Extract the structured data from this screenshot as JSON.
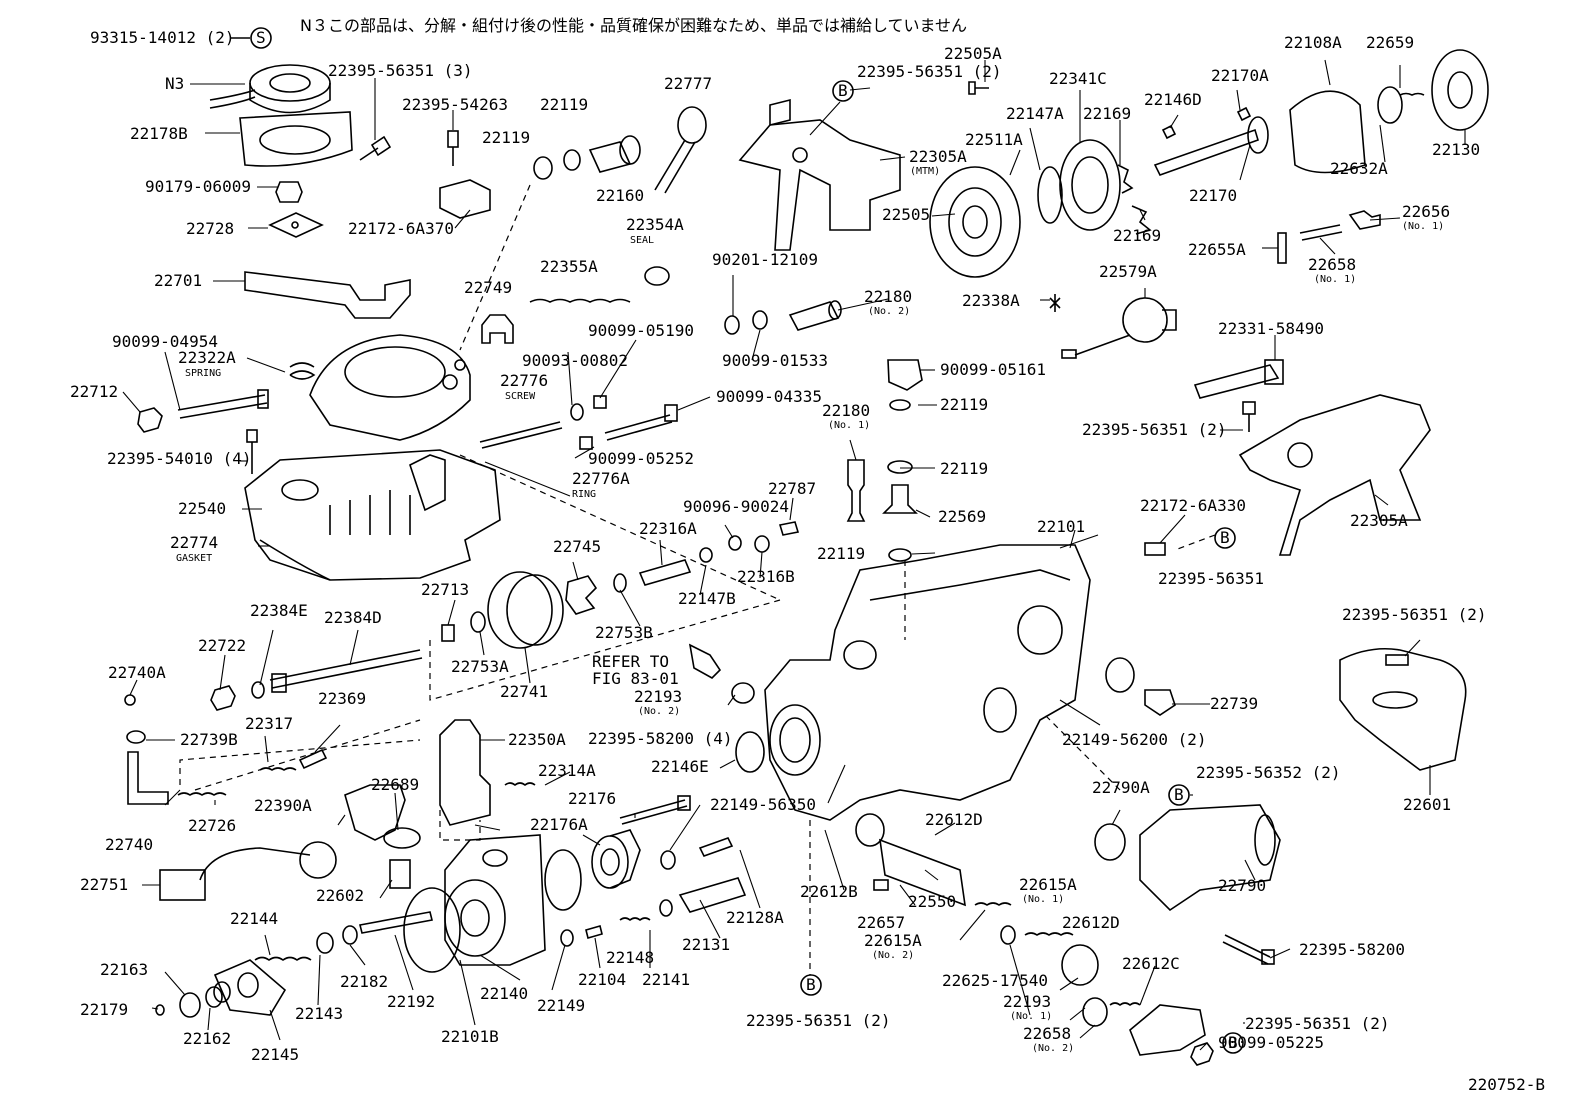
{
  "header": {
    "note": "N３この部品は、分解・組付け後の性能・品質確保が困難なため、単品では補給していません"
  },
  "footer": {
    "code": "220752-B"
  },
  "labels": {
    "l001": "93315-14012 (2)",
    "l002": "N3",
    "l003": "22178B",
    "l004": "22395-56351 (3)",
    "l005": "22395-54263",
    "l006": "90179-06009",
    "l007": "22728",
    "l008": "22172-6A370",
    "l009": "22119",
    "l010": "22119",
    "l011": "22160",
    "l012": "22777",
    "l013": "22701",
    "l014": "22354A",
    "l015": "22355A",
    "l016": "22749",
    "l017": "90201-12109",
    "l018": "22180",
    "l019": "90099-01533",
    "l020": "90099-04954",
    "l021": "22322A",
    "l022": "22712",
    "l023": "22776",
    "l024": "90093-00802",
    "l025": "90099-05190",
    "l026": "90099-04335",
    "l027": "22395-54010 (4)",
    "l028": "90099-05252",
    "l029": "22776A",
    "l030": "22540",
    "l031": "22774",
    "l032": "22395-56351 (2)",
    "l033": "22505A",
    "l034": "22341C",
    "l035": "22147A",
    "l036": "22169",
    "l037": "22511A",
    "l038": "22305A",
    "l039": "22505",
    "l040": "22169",
    "l041": "22108A",
    "l042": "22659",
    "l043": "22170A",
    "l044": "22146D",
    "l045": "22130",
    "l046": "22632A",
    "l047": "22170",
    "l048": "22656",
    "l049": "22655A",
    "l050": "22658",
    "l051": "22579A",
    "l052": "22338A",
    "l053": "22331-58490",
    "l054": "90099-05161",
    "l055": "22180",
    "l056": "22119",
    "l057": "22395-56351 (2)",
    "l058": "22119",
    "l059": "22569",
    "l060": "22787",
    "l061": "90096-90024",
    "l062": "22316A",
    "l063": "22316B",
    "l064": "22147B",
    "l065": "22119",
    "l066": "22745",
    "l067": "22753B",
    "l068": "22101",
    "l069": "22172-6A330",
    "l070": "22395-56351",
    "l071": "22305A",
    "l072": "22713",
    "l073": "22384E",
    "l074": "22384D",
    "l075": "22722",
    "l076": "22753A",
    "l077": "22741",
    "l078": "22740A",
    "l079": "22739B",
    "l080": "22317",
    "l081": "22369",
    "l082": "22350A",
    "l083": "22193",
    "l084": "22395-58200 (4)",
    "l085": "22146E",
    "l086": "22395-56351 (2)",
    "l087": "22601",
    "l088": "22739",
    "l089": "22149-56200 (2)",
    "l090": "22395-56352 (2)",
    "l091": "22790A",
    "l092": "22790",
    "l093": "22740",
    "l094": "22726",
    "l095": "22390A",
    "l096": "22689",
    "l097": "22314A",
    "l098": "22176",
    "l099": "22176A",
    "l100": "22149-56350",
    "l101": "22612D",
    "l102": "22751",
    "l103": "22602",
    "l104": "22612B",
    "l105": "22550",
    "l106": "22615A",
    "l107": "22657",
    "l108": "22615A",
    "l109": "22612D",
    "l110": "22128A",
    "l111": "22131",
    "l112": "22144",
    "l113": "22163",
    "l114": "22179",
    "l115": "22162",
    "l116": "22145",
    "l117": "22143",
    "l118": "22182",
    "l119": "22192",
    "l120": "22101B",
    "l121": "22140",
    "l122": "22149",
    "l123": "22104",
    "l124": "22148",
    "l125": "22141",
    "l126": "22625-17540",
    "l127": "22612C",
    "l128": "22193",
    "l129": "22658",
    "l130": "22395-58200",
    "l131": "22395-56351 (2)",
    "l132": "90099-05225",
    "l133": "22395-56351 (2)",
    "l134": "REFER TO",
    "l135": "FIG 83-01"
  },
  "small": {
    "s1": "SPRING",
    "s2": "SCREW",
    "s3": "SEAL",
    "s4": "(MTM)",
    "s5": "(No. 1)",
    "s6": "(No. 1)",
    "s7": "(No. 2)",
    "s8": "(No. 1)",
    "s9": "RING",
    "s10": "GASKET",
    "s11": "(No. 2)",
    "s12": "(No. 1)",
    "s13": "(No. 2)",
    "s14": "(No. 1)",
    "s15": "(No. 2)"
  },
  "symbols": {
    "s_mark": "S",
    "b_mark": "B"
  }
}
